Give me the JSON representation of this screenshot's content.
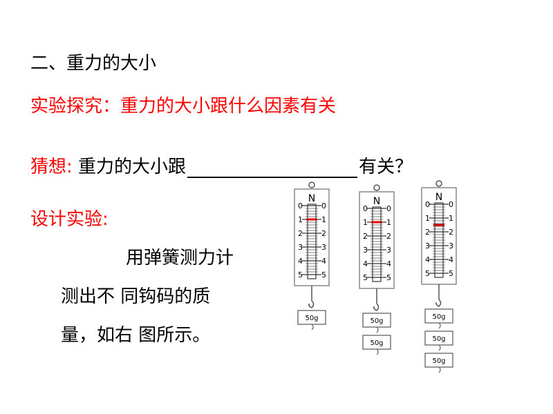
{
  "heading": "二、重力的大小",
  "inquiry": "实验探究：重力的大小跟什么因素有关",
  "guess": {
    "label": "猜想:",
    "text": "重力的大小跟",
    "suffix": "有关？"
  },
  "design": {
    "label": "设计实验:"
  },
  "description": {
    "line1": "用弹簧测力计",
    "line2": "测出不 同钩码的质",
    "line3": "量，如右 图所示。"
  },
  "scales": [
    {
      "unit": "N",
      "reading": 1,
      "masses": [
        "50g"
      ]
    },
    {
      "unit": "N",
      "reading": 1,
      "masses": [
        "50g",
        "50g"
      ]
    },
    {
      "unit": "N",
      "reading": 1.5,
      "masses": [
        "50g",
        "50g",
        "50g"
      ]
    }
  ],
  "scale_ticks": [
    "0",
    "1",
    "2",
    "3",
    "4",
    "5"
  ],
  "colors": {
    "accent": "#ff0000",
    "pointer": "#d40000",
    "frame": "#888888"
  }
}
